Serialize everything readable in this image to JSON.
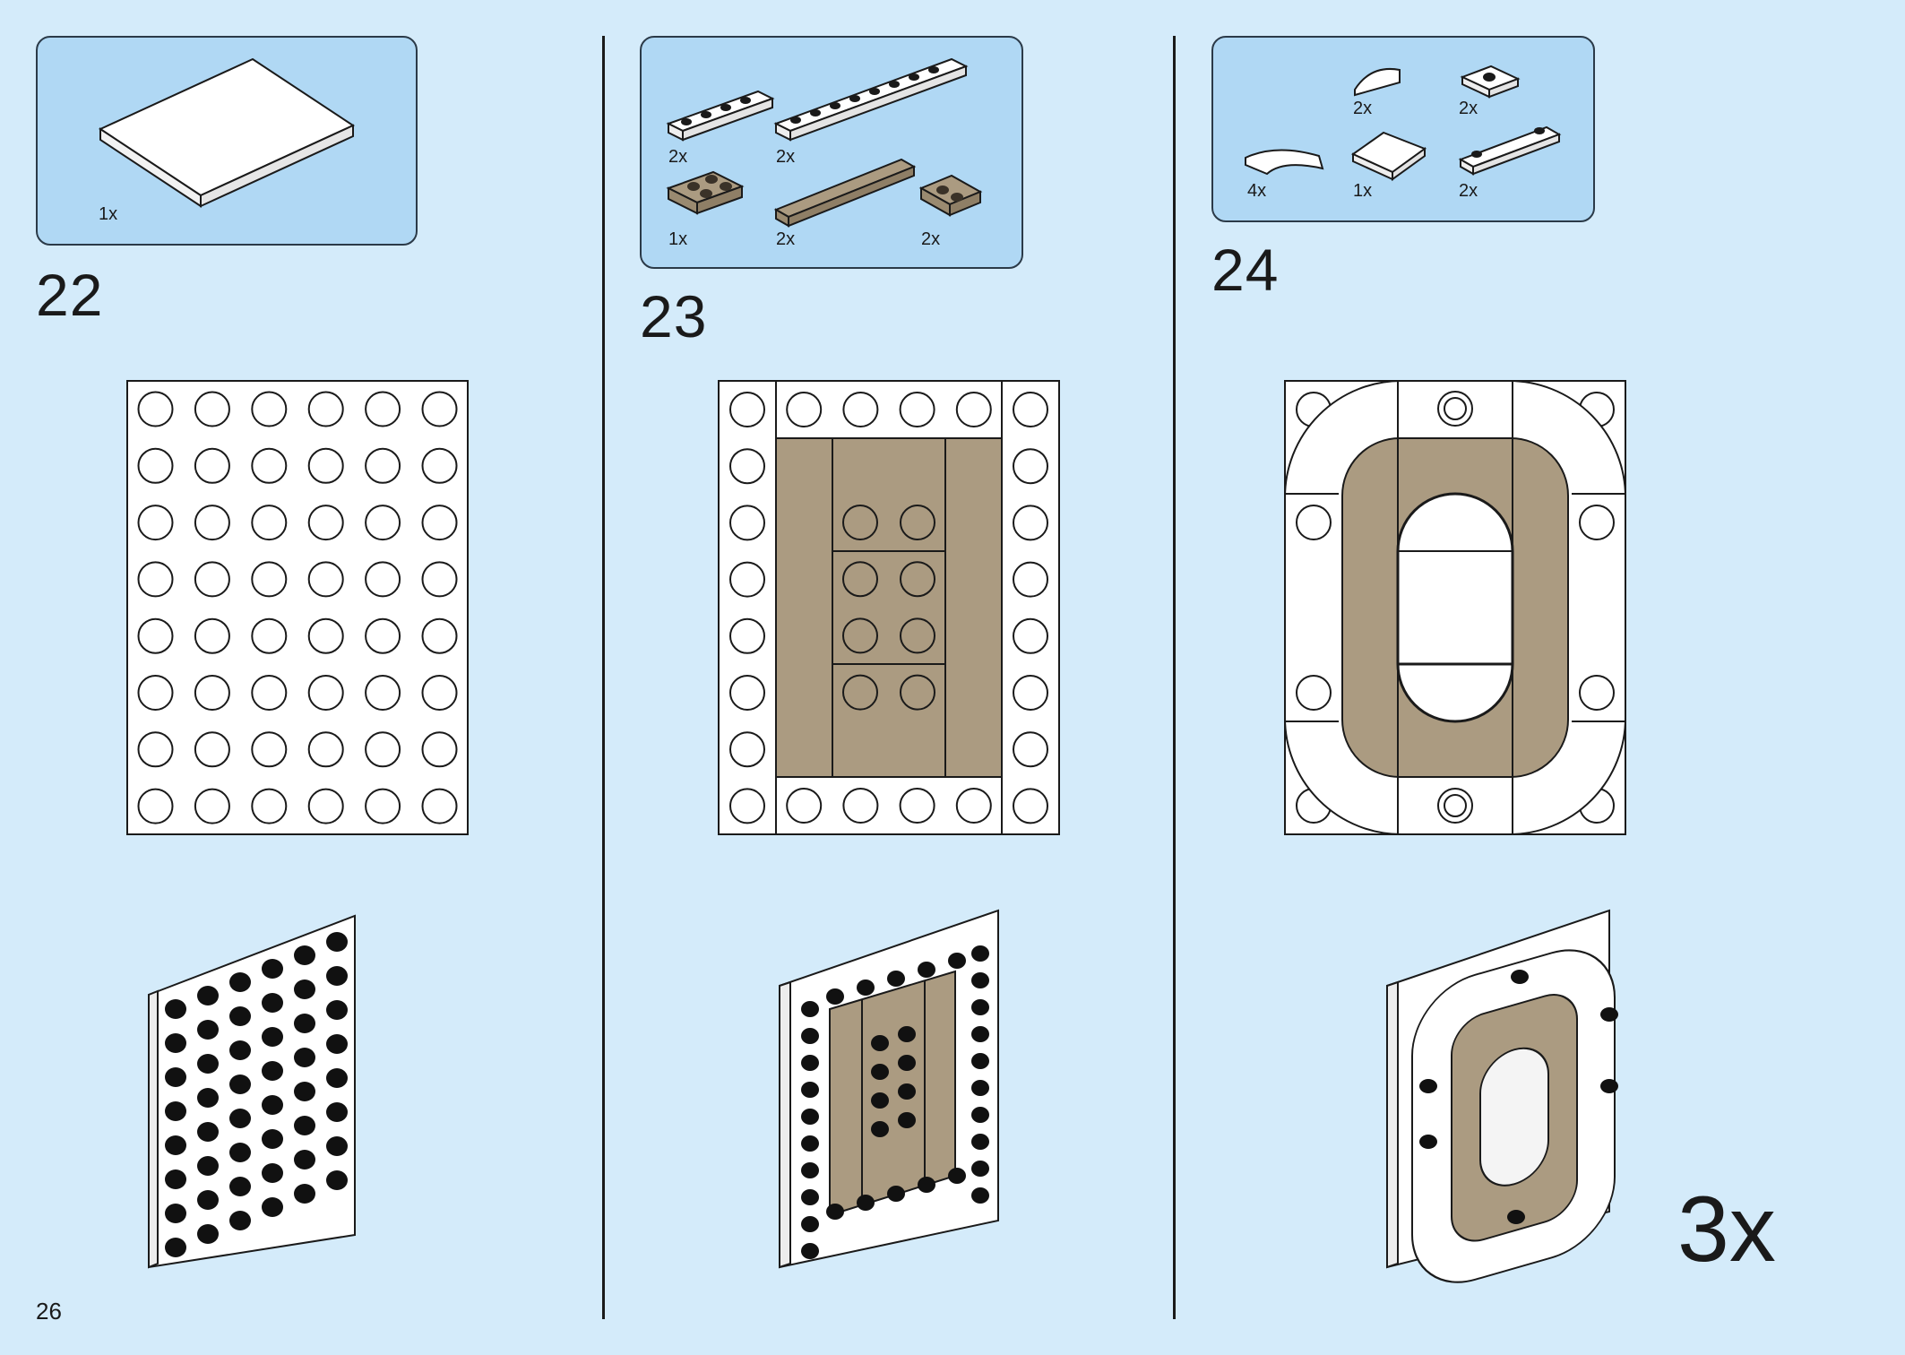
{
  "page": {
    "number": "26",
    "multiplier": "3x"
  },
  "steps": [
    {
      "number": "22",
      "parts": [
        {
          "qty": "1x"
        }
      ]
    },
    {
      "number": "23",
      "parts": [
        {
          "qty": "2x"
        },
        {
          "qty": "2x"
        },
        {
          "qty": "1x"
        },
        {
          "qty": "2x"
        },
        {
          "qty": "2x"
        }
      ]
    },
    {
      "number": "24",
      "parts": [
        {
          "qty": "2x"
        },
        {
          "qty": "2x"
        },
        {
          "qty": "4x"
        },
        {
          "qty": "1x"
        },
        {
          "qty": "2x"
        }
      ]
    }
  ],
  "colors": {
    "background": "#d4ebfa",
    "parts_box": "#b0d8f4",
    "white_brick": "#ffffff",
    "tan_brick": "#ab9b81",
    "outline": "#1a1a1a"
  }
}
